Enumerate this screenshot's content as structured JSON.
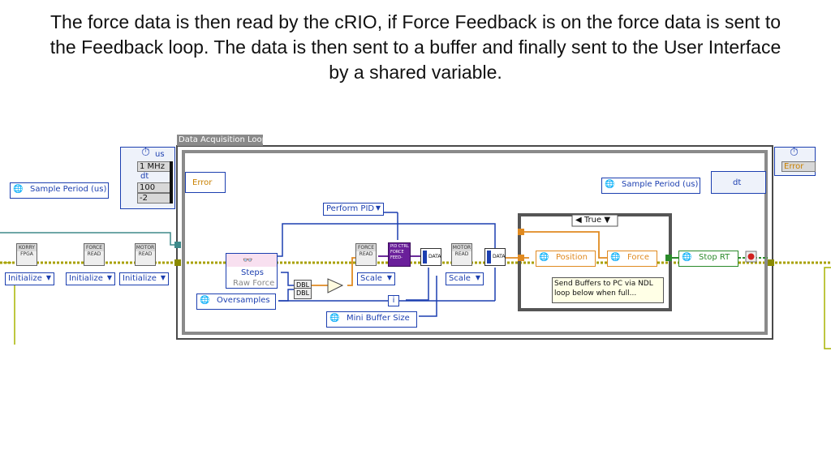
{
  "caption": "The force data is then read by the cRIO, if Force Feedback is on the force data is sent to the Feedback loop. The data is then sent to a buffer and finally sent to the User Interface by a shared variable.",
  "diagram": {
    "loop_label": "Data Acquisition Loop",
    "timing_left": {
      "unit": "us",
      "source": "1 MHz",
      "dt": "dt",
      "period": "100",
      "offset": "-2"
    },
    "timing_right": {
      "error": "Error"
    },
    "error_left": "Error",
    "error_right_node": "dt",
    "sample_period_left": "Sample Period (us)",
    "sample_period_right": "Sample Period (us)",
    "perform_pid": "Perform PID",
    "oversamples": "Oversamples",
    "mini_buffer_size": "Mini Buffer Size",
    "steps_node": {
      "label": "Steps",
      "sub": "Raw Force"
    },
    "dbl1": "DBL",
    "dbl2": "DBL",
    "init1": "Initialize",
    "init2": "Initialize",
    "init3": "Initialize",
    "korry": {
      "hdr": "KORRY",
      "body": "FPGA"
    },
    "force_read1": {
      "hdr": "FORCE",
      "body": "READ"
    },
    "motor_read1": {
      "hdr": "MOTOR",
      "body": "READ"
    },
    "force_read2": {
      "hdr": "FORCE",
      "body": "READ"
    },
    "motor_read2": {
      "hdr": "MOTOR",
      "body": "READ"
    },
    "pid_block": "PID CTRL FORCE FEED-",
    "data1": "DATA",
    "data2": "DATA",
    "scale1": "Scale",
    "scale2": "Scale",
    "case_selector": "True",
    "position": "Position",
    "force": "Force",
    "comment": "Send Buffers to PC via NDL loop below when full...",
    "stop_rt": "Stop RT",
    "iter": "i"
  }
}
